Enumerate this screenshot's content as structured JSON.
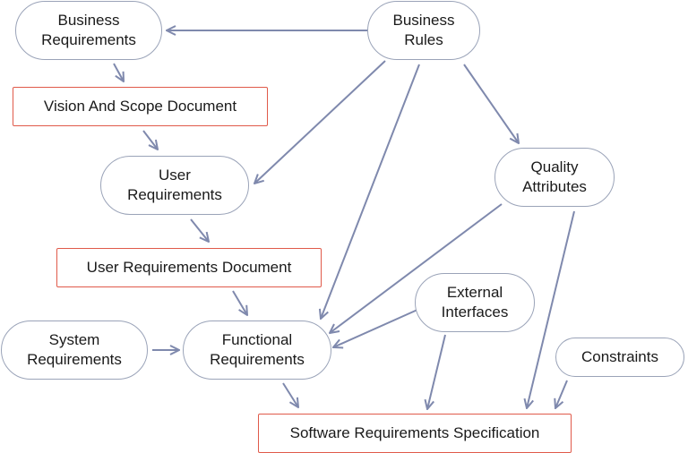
{
  "colors": {
    "arrow": "#7f89ad",
    "pill_border": "#9aa3b8",
    "doc_border": "#e05a4a",
    "text": "#1a1a1a"
  },
  "nodes": {
    "business_requirements": "Business\nRequirements",
    "business_rules": "Business\nRules",
    "vision_scope_document": "Vision And Scope Document",
    "user_requirements": "User\nRequirements",
    "quality_attributes": "Quality\nAttributes",
    "user_requirements_document": "User Requirements Document",
    "system_requirements": "System\nRequirements",
    "functional_requirements": "Functional\nRequirements",
    "external_interfaces": "External\nInterfaces",
    "constraints": "Constraints",
    "software_requirements_specification": "Software Requirements Specification"
  },
  "edges": [
    {
      "from": "business_rules",
      "to": "business_requirements"
    },
    {
      "from": "business_requirements",
      "to": "vision_scope_document"
    },
    {
      "from": "vision_scope_document",
      "to": "user_requirements"
    },
    {
      "from": "business_rules",
      "to": "user_requirements"
    },
    {
      "from": "business_rules",
      "to": "functional_requirements"
    },
    {
      "from": "business_rules",
      "to": "quality_attributes"
    },
    {
      "from": "user_requirements",
      "to": "user_requirements_document"
    },
    {
      "from": "user_requirements_document",
      "to": "functional_requirements"
    },
    {
      "from": "system_requirements",
      "to": "functional_requirements"
    },
    {
      "from": "quality_attributes",
      "to": "functional_requirements"
    },
    {
      "from": "external_interfaces",
      "to": "functional_requirements"
    },
    {
      "from": "functional_requirements",
      "to": "software_requirements_specification"
    },
    {
      "from": "external_interfaces",
      "to": "software_requirements_specification"
    },
    {
      "from": "quality_attributes",
      "to": "software_requirements_specification"
    },
    {
      "from": "constraints",
      "to": "software_requirements_specification"
    }
  ]
}
